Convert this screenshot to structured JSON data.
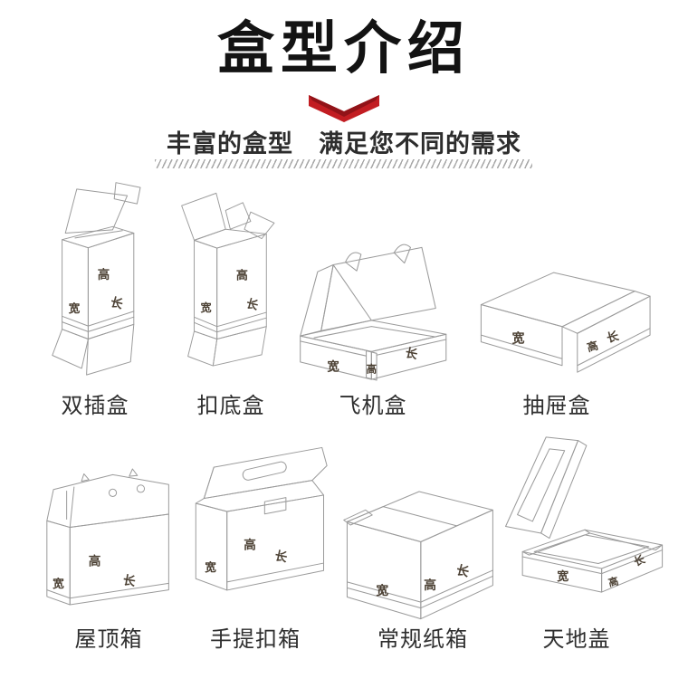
{
  "header": {
    "title": "盒型介绍",
    "subtitle": "丰富的盒型　满足您不同的需求",
    "accent_color": "#c21d22"
  },
  "dims": {
    "w": "宽",
    "h": "高",
    "l": "长"
  },
  "boxes": [
    {
      "name": "双插盒"
    },
    {
      "name": "扣底盒"
    },
    {
      "name": "飞机盒"
    },
    {
      "name": "抽屉盒"
    },
    {
      "name": "屋顶箱"
    },
    {
      "name": "手提扣箱"
    },
    {
      "name": "常规纸箱"
    },
    {
      "name": "天地盖"
    }
  ],
  "colors": {
    "kraft": "#f2c88c",
    "kraft_light": "#f8dcae",
    "outline": "#9b9b9b"
  }
}
